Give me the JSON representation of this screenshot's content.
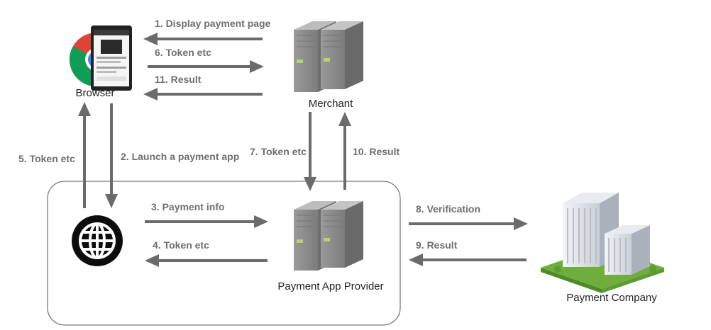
{
  "nodes": {
    "browser": {
      "label": "Browser"
    },
    "merchant": {
      "label": "Merchant"
    },
    "payment_app_provider": {
      "label": "Payment App Provider"
    },
    "payment_company": {
      "label": "Payment Company"
    }
  },
  "steps": [
    {
      "label": "1. Display payment page"
    },
    {
      "label": "2. Launch a payment app"
    },
    {
      "label": "3. Payment info"
    },
    {
      "label": "4. Token etc"
    },
    {
      "label": "5. Token etc"
    },
    {
      "label": "6. Token etc"
    },
    {
      "label": "7. Token etc"
    },
    {
      "label": "8. Verification"
    },
    {
      "label": "9. Result"
    },
    {
      "label": "10. Result"
    },
    {
      "label": "11. Result"
    }
  ],
  "icons": {
    "browser": "chrome-browser-icon",
    "payment_app": "globe-icon",
    "merchant": "server-icon",
    "provider": "server-icon",
    "company": "office-building-icon"
  },
  "colors": {
    "arrow": "#6b6b6b",
    "label": "#6f6f6f",
    "server_body": "#8e8e8e",
    "server_light": "#b8d36a",
    "grass": "#6fae3c"
  }
}
